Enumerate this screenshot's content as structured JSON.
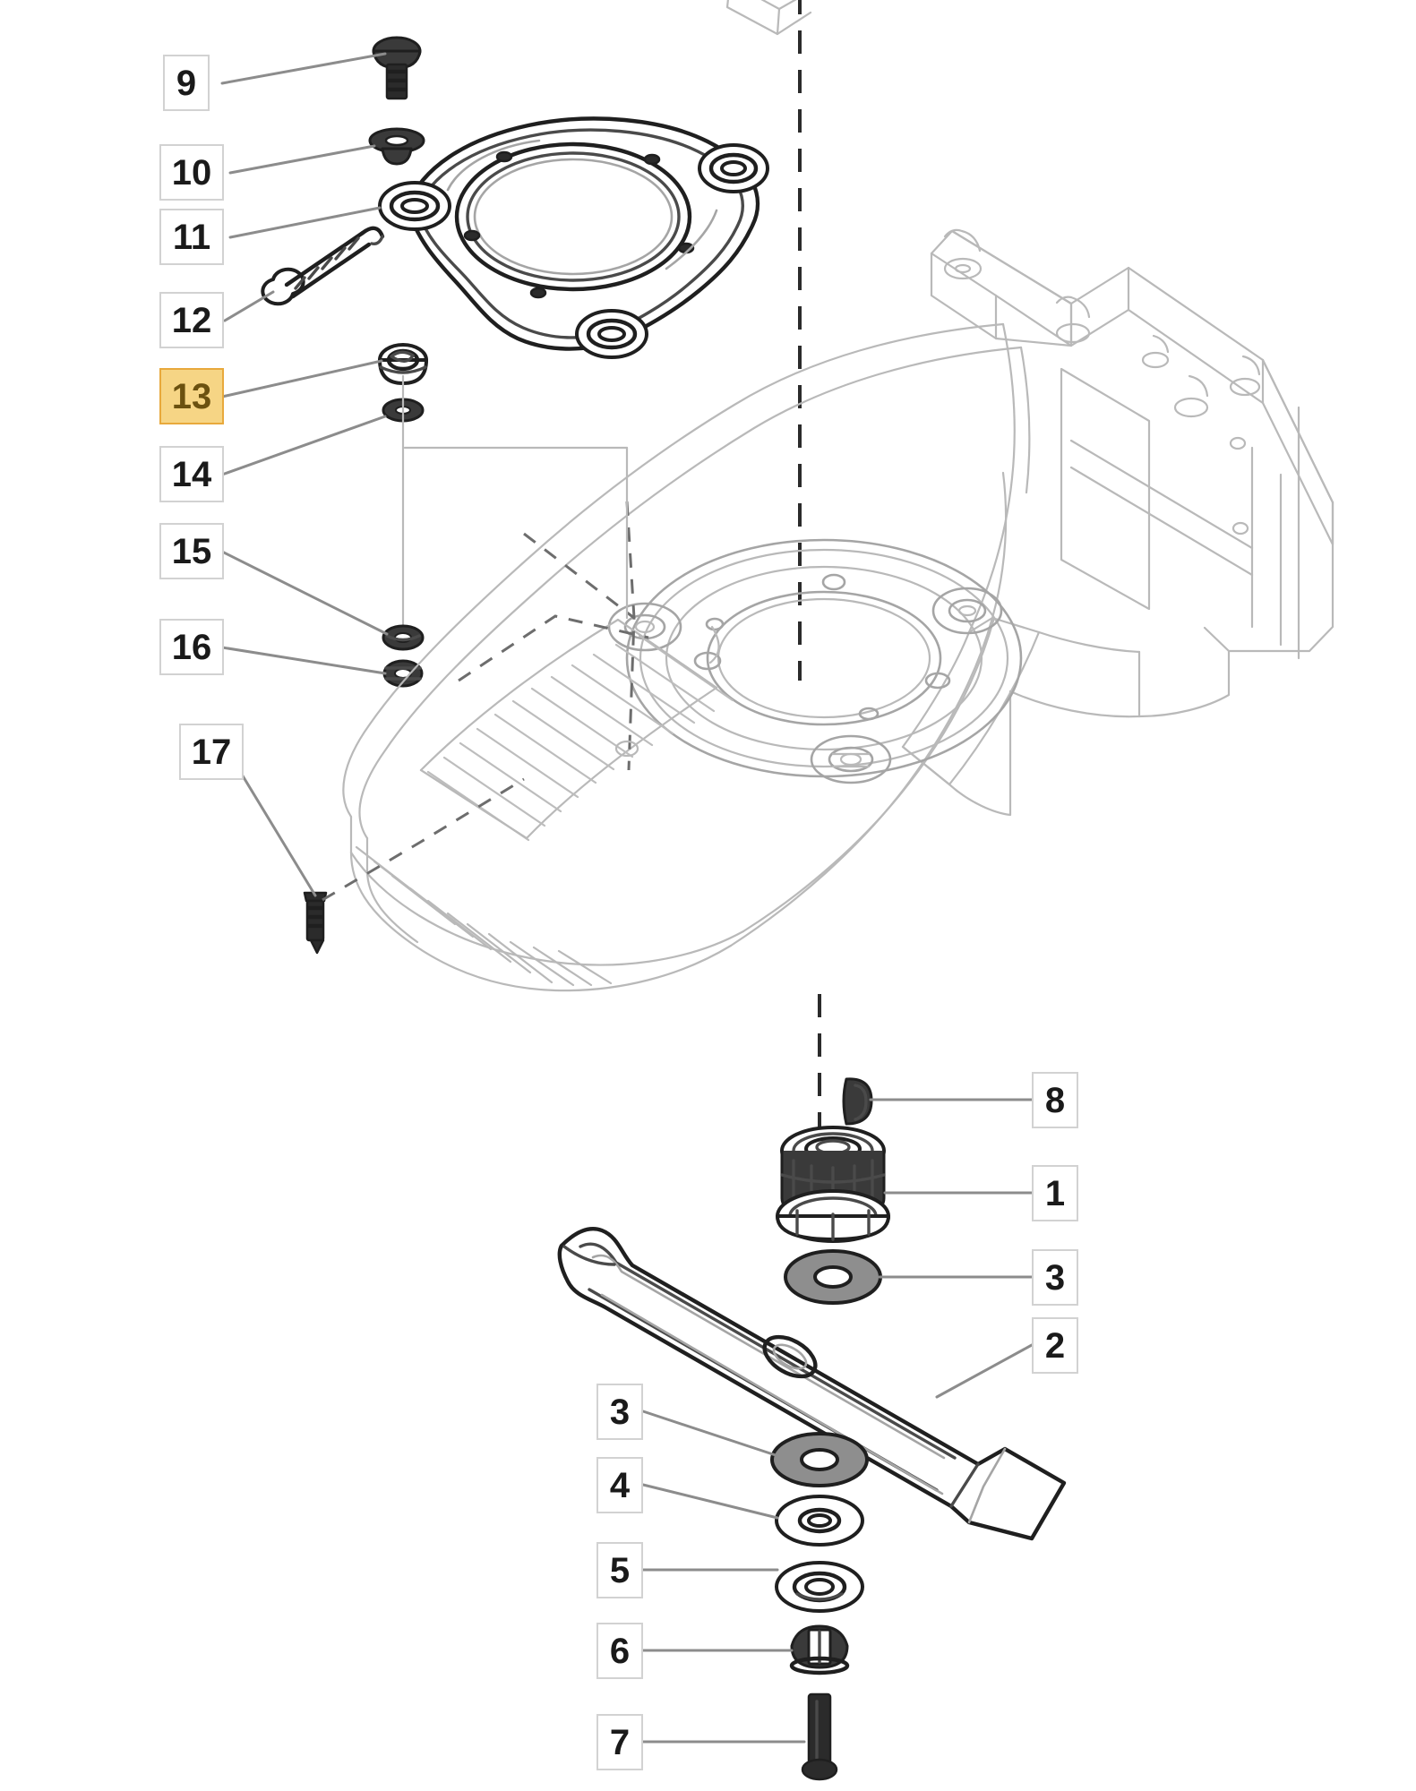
{
  "diagram": {
    "title": "Lawn mower cutting deck and blade assembly exploded parts diagram",
    "highlight_color": "#f6d585",
    "highlight_border_color": "#e8a93c",
    "line_color": "#8c8c8c",
    "box_border_color": "#d2d2d2",
    "selected_callout": "13"
  },
  "callouts": [
    {
      "id": "c9",
      "label": "9",
      "part": "flange-bolt",
      "highlighted": false
    },
    {
      "id": "c10",
      "label": "10",
      "part": "conical-washer",
      "highlighted": false
    },
    {
      "id": "c11",
      "label": "11",
      "part": "blade-boss-hub-plate",
      "highlighted": false
    },
    {
      "id": "c12",
      "label": "12",
      "part": "torsion-spring",
      "highlighted": false
    },
    {
      "id": "c13",
      "label": "13",
      "part": "bushing-collar",
      "highlighted": true
    },
    {
      "id": "c14",
      "label": "14",
      "part": "flat-washer-small",
      "highlighted": false
    },
    {
      "id": "c15",
      "label": "15",
      "part": "lock-washer",
      "highlighted": false
    },
    {
      "id": "c16",
      "label": "16",
      "part": "hex-nut",
      "highlighted": false
    },
    {
      "id": "c17",
      "label": "17",
      "part": "self-tapping-screw",
      "highlighted": false
    },
    {
      "id": "c8",
      "label": "8",
      "part": "woodruff-key",
      "highlighted": false
    },
    {
      "id": "c1",
      "label": "1",
      "part": "blade-adapter-boss",
      "highlighted": false
    },
    {
      "id": "c3a",
      "label": "3",
      "part": "blade-washer-upper",
      "highlighted": false
    },
    {
      "id": "c2",
      "label": "2",
      "part": "cutting-blade",
      "highlighted": false
    },
    {
      "id": "c3b",
      "label": "3",
      "part": "blade-washer-lower",
      "highlighted": false
    },
    {
      "id": "c4",
      "label": "4",
      "part": "flat-washer",
      "highlighted": false
    },
    {
      "id": "c5",
      "label": "5",
      "part": "spring-washer",
      "highlighted": false
    },
    {
      "id": "c6",
      "label": "6",
      "part": "flange-nut",
      "highlighted": false
    },
    {
      "id": "c7",
      "label": "7",
      "part": "blade-bolt",
      "highlighted": false
    }
  ]
}
